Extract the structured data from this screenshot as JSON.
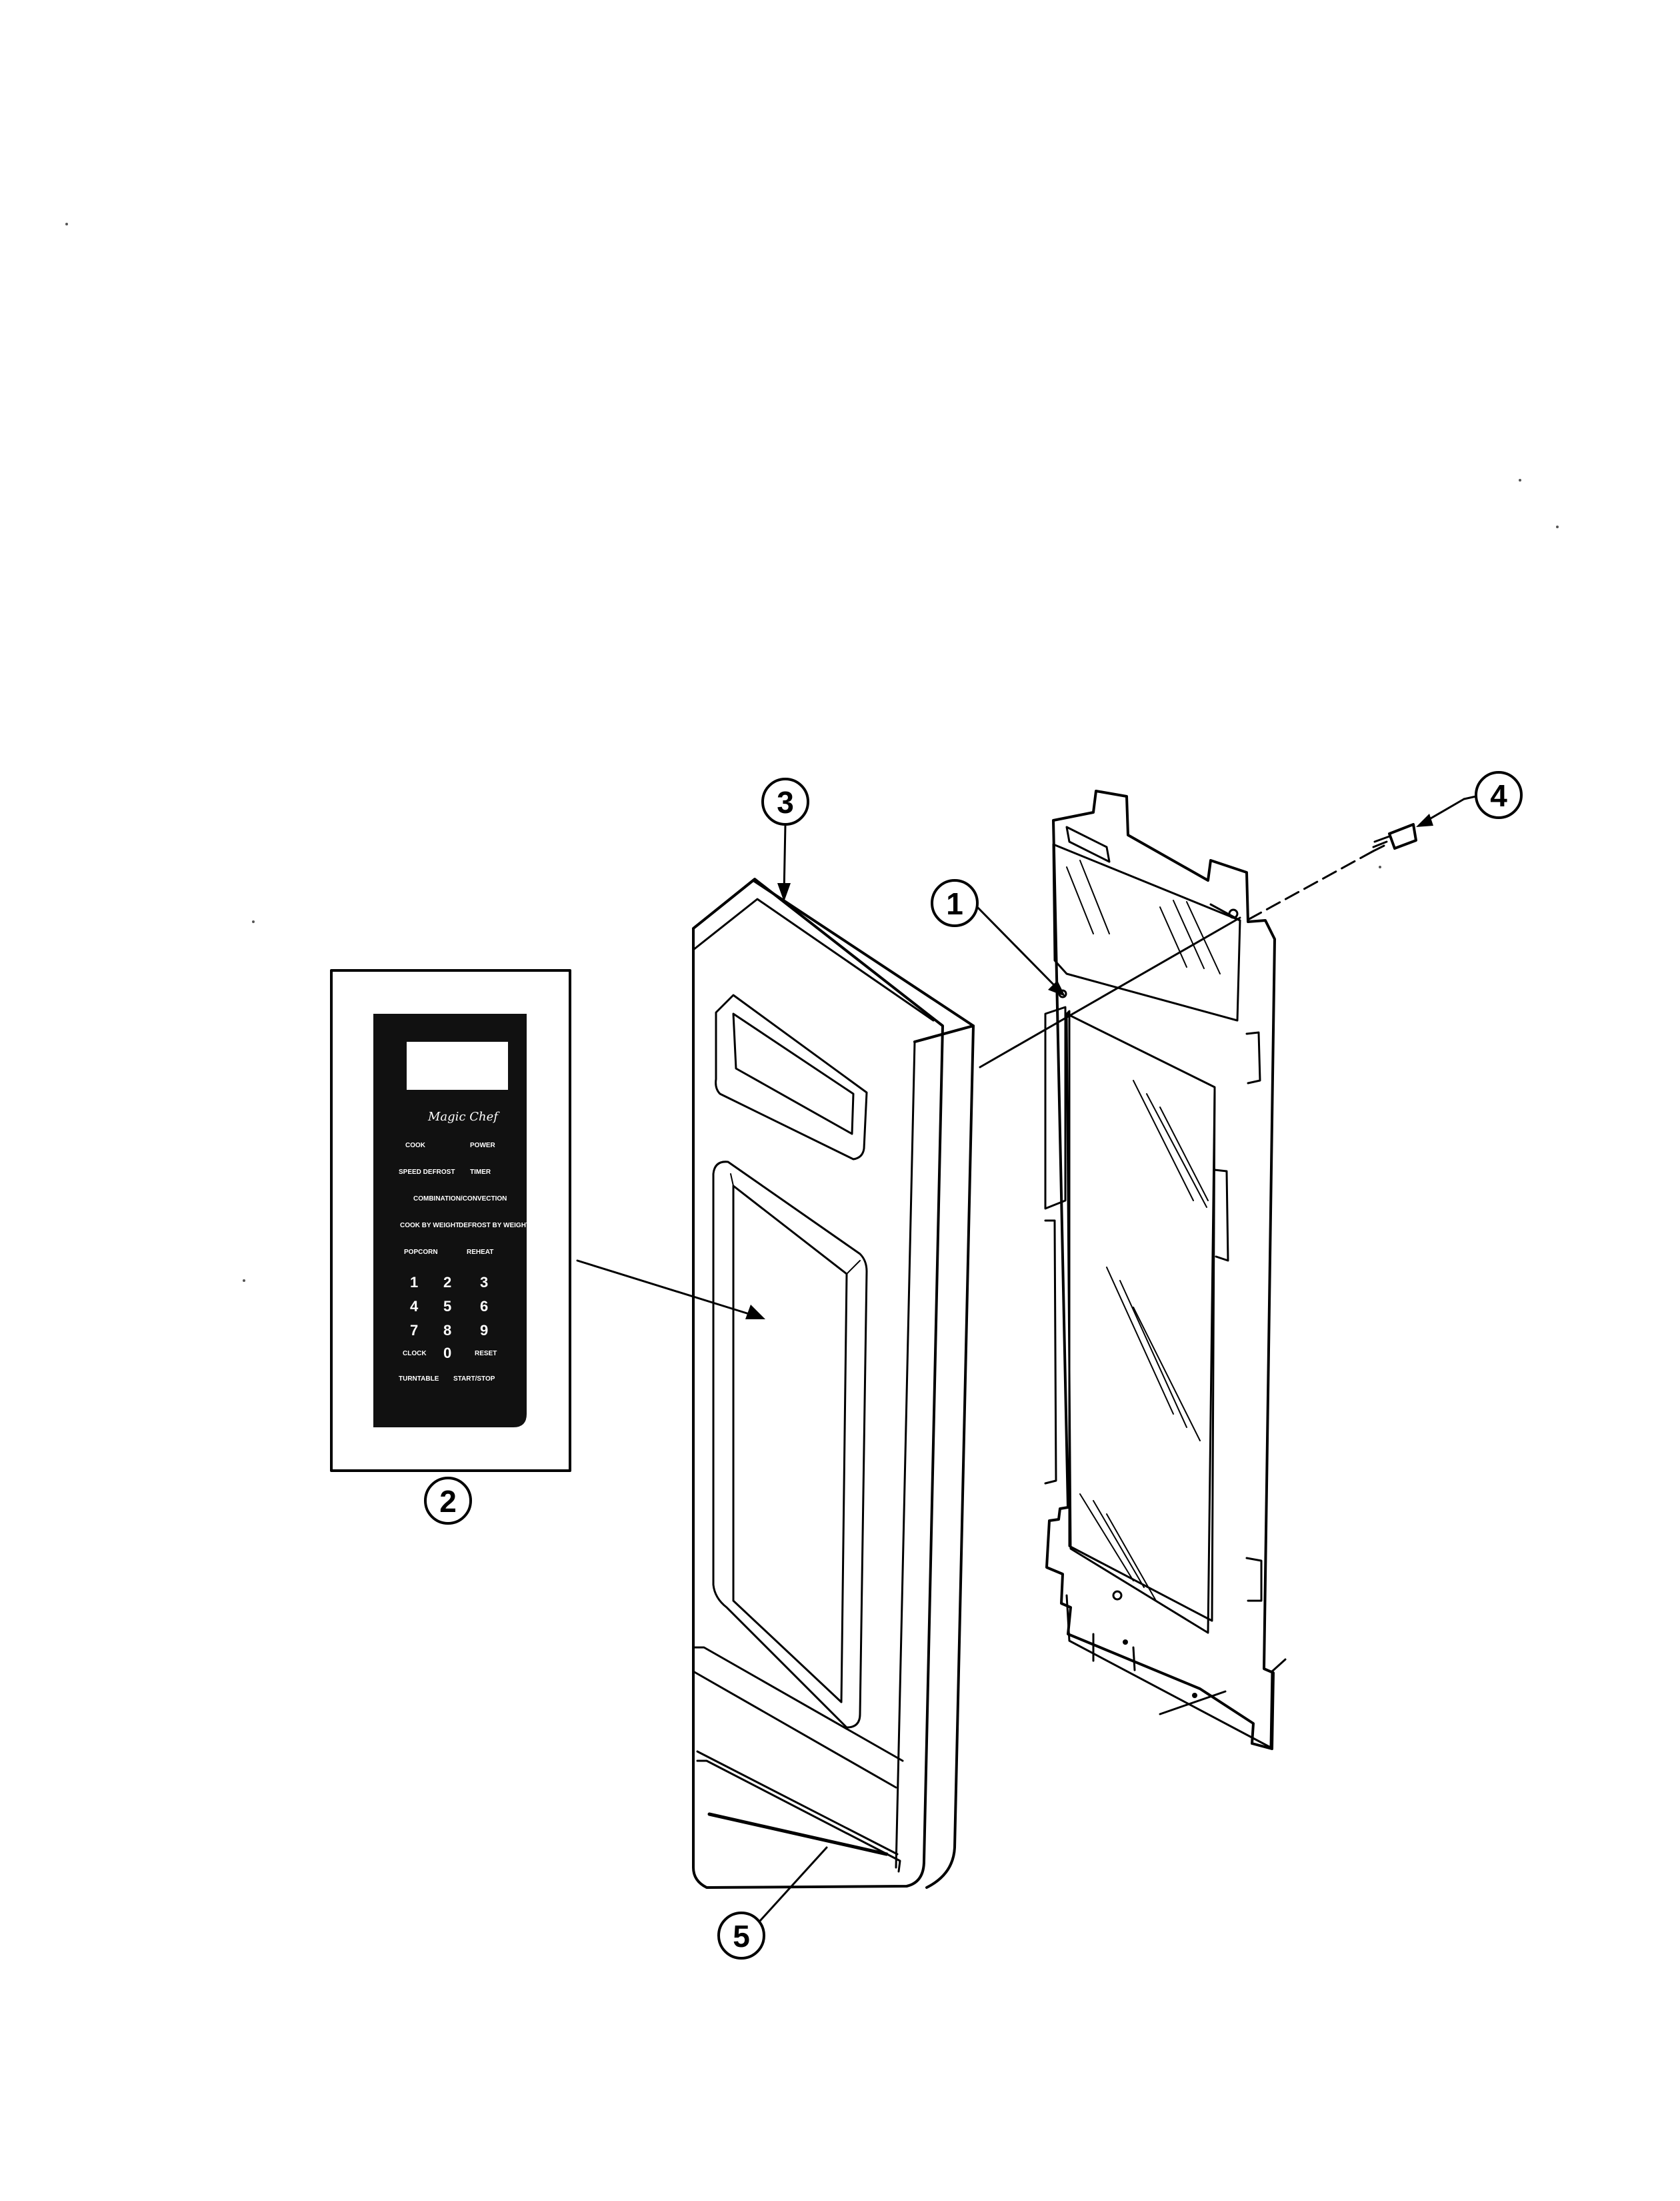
{
  "callouts": {
    "c1": "1",
    "c2": "2",
    "c3": "3",
    "c4": "4",
    "c5": "5"
  },
  "keypad": {
    "brand": "Magic Chef",
    "buttons": {
      "cook": "COOK",
      "power": "POWER",
      "speed_defrost": "SPEED DEFROST",
      "timer": "TIMER",
      "combination": "COMBINATION/CONVECTION",
      "cook_by_weight": "COOK BY WEIGHT",
      "defrost_by_weight": "DEFROST BY WEIGHT",
      "popcorn": "POPCORN",
      "reheat": "REHEAT",
      "clock": "CLOCK",
      "reset": "RESET",
      "turntable": "TURNTABLE",
      "start_stop": "START/STOP"
    },
    "digits": [
      "1",
      "2",
      "3",
      "4",
      "5",
      "6",
      "7",
      "8",
      "9",
      "0"
    ]
  },
  "colors": {
    "ink": "#000000",
    "paper": "#ffffff",
    "keypad_panel": "#111111"
  }
}
